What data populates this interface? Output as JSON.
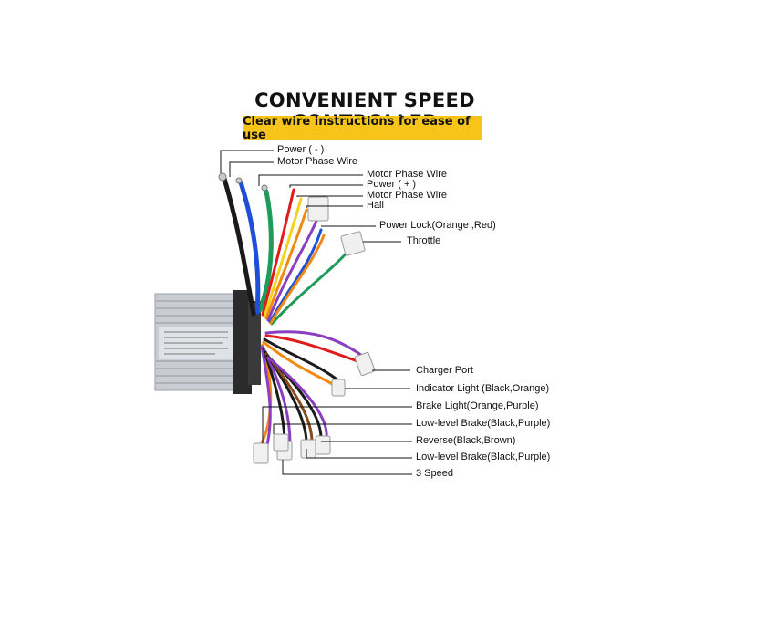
{
  "title": "CONVENIENT SPEED CONTROLLER",
  "subtitle": "Clear wire instructions for ease of use",
  "labels": {
    "power_neg": "Power ( - )",
    "motor_phase_1": "Motor Phase Wire",
    "motor_phase_2": "Motor Phase Wire",
    "power_pos": "Power ( + )",
    "motor_phase_3": "Motor Phase Wire",
    "hall": "Hall",
    "power_lock": "Power Lock(Orange ,Red)",
    "throttle": "Throttle",
    "charger_port": "Charger Port",
    "indicator_light": "Indicator Light (Black,Orange)",
    "brake_light": "Brake Light(Orange,Purple)",
    "low_brake_1": "Low-level Brake(Black,Purple)",
    "reverse": "Reverse(Black,Brown)",
    "low_brake_2": "Low-level Brake(Black,Purple)",
    "three_speed": "3 Speed"
  },
  "colors": {
    "banner": "#f7c51a",
    "wire_blue": "#1f4fd6",
    "wire_green": "#1f9a5a",
    "wire_red": "#e01b1b",
    "wire_black": "#1a1a1a",
    "wire_yellow": "#f2d21a",
    "wire_orange": "#f08a12",
    "wire_purple": "#8a3fc0",
    "wire_brown": "#8a4a1c",
    "wire_white": "#e8e8e8",
    "controller": "#c9cdd3"
  }
}
